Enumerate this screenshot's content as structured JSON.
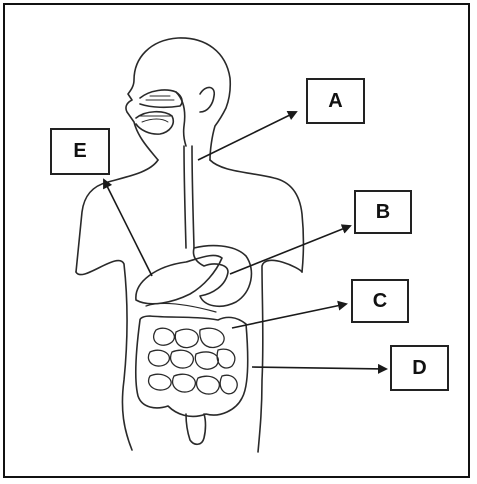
{
  "labels": {
    "a": "A",
    "b": "B",
    "c": "C",
    "d": "D",
    "e": "E"
  },
  "colors": {
    "line": "#2a2a2a",
    "border": "#111111",
    "background": "#ffffff"
  }
}
